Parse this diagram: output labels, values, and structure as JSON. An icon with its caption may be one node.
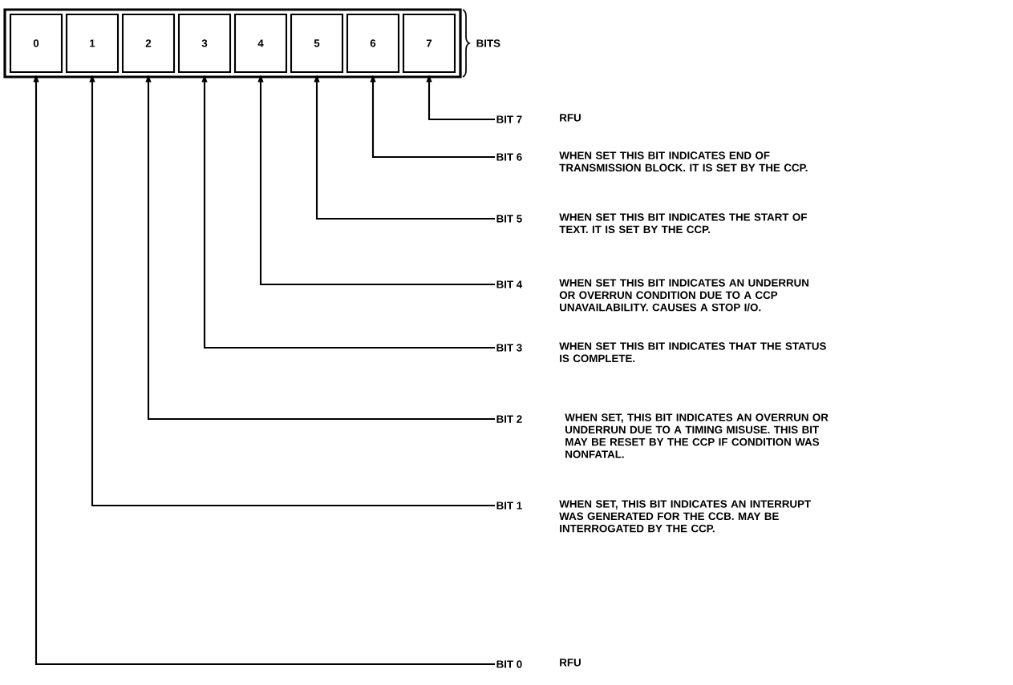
{
  "diagram": {
    "nodes": [
      {
        "text": [
          "0"
        ]
      },
      {
        "text": [
          "1"
        ]
      },
      {
        "text": [
          "2"
        ]
      },
      {
        "text": [
          "3"
        ]
      },
      {
        "text": [
          "4"
        ]
      },
      {
        "text": [
          "5"
        ]
      },
      {
        "text": [
          "6"
        ]
      },
      {
        "text": [
          "7"
        ]
      },
      {
        "text": [
          "BIT 7"
        ],
        "beside": [
          "RFU"
        ]
      },
      {
        "text": [
          "BIT 6"
        ],
        "beside": [
          "WHEN SET THIS BIT INDICATES END OF TRANSMISSION BLOCK. IT IS SET BY THE CCP."
        ]
      },
      {
        "text": [
          "BIT 5"
        ],
        "beside": [
          "WHEN SET THIS BIT INDICATES THE START OF TEXT. IT IS SET BY THE CCP."
        ]
      },
      {
        "text": [
          "BIT 4"
        ],
        "beside": [
          "WHEN SET THIS BIT INDICATES AN UNDERRUN OR OVERRUN CONDITION DUE TO A CCP UNAVAILABILITY. CAUSES A STOP I/O."
        ]
      },
      {
        "text": [
          "BIT 3"
        ],
        "beside": [
          "WHEN SET THIS BIT INDICATES THAT THE STATUS IS COMPLETE."
        ]
      },
      {
        "text": [
          "BIT 2"
        ],
        "beside": [
          "WHEN SET, THIS BIT INDICATES AN OVERRUN OR UNDERRUN DUE TO A TIMING MISUSE. THIS BIT MAY BE RESET BY THE CCP IF CONDITION WAS NONFATAL."
        ]
      },
      {
        "text": [
          "BIT 1"
        ],
        "beside": [
          "WHEN SET, THIS BIT INDICATES AN INTERRUPT WAS GENERATED FOR THE CCB. MAY BE INTERROGATED BY THE CCP."
        ]
      },
      {
        "text": [
          "BIT 0"
        ],
        "beside": [
          "RFU"
        ]
      }
    ],
    "edges": [
      {
        "from": 8,
        "to": 7,
        "arrow": "to"
      },
      {
        "from": 9,
        "to": 6,
        "arrow": "to"
      },
      {
        "from": 10,
        "to": 5,
        "arrow": "to"
      },
      {
        "from": 11,
        "to": 4,
        "arrow": "to"
      },
      {
        "from": 12,
        "to": 3,
        "arrow": "to"
      },
      {
        "from": 13,
        "to": 2,
        "arrow": "to"
      },
      {
        "from": 14,
        "to": 1,
        "arrow": "to"
      },
      {
        "from": 15,
        "to": 0,
        "arrow": "to"
      }
    ],
    "labels": [
      "BITS"
    ]
  }
}
